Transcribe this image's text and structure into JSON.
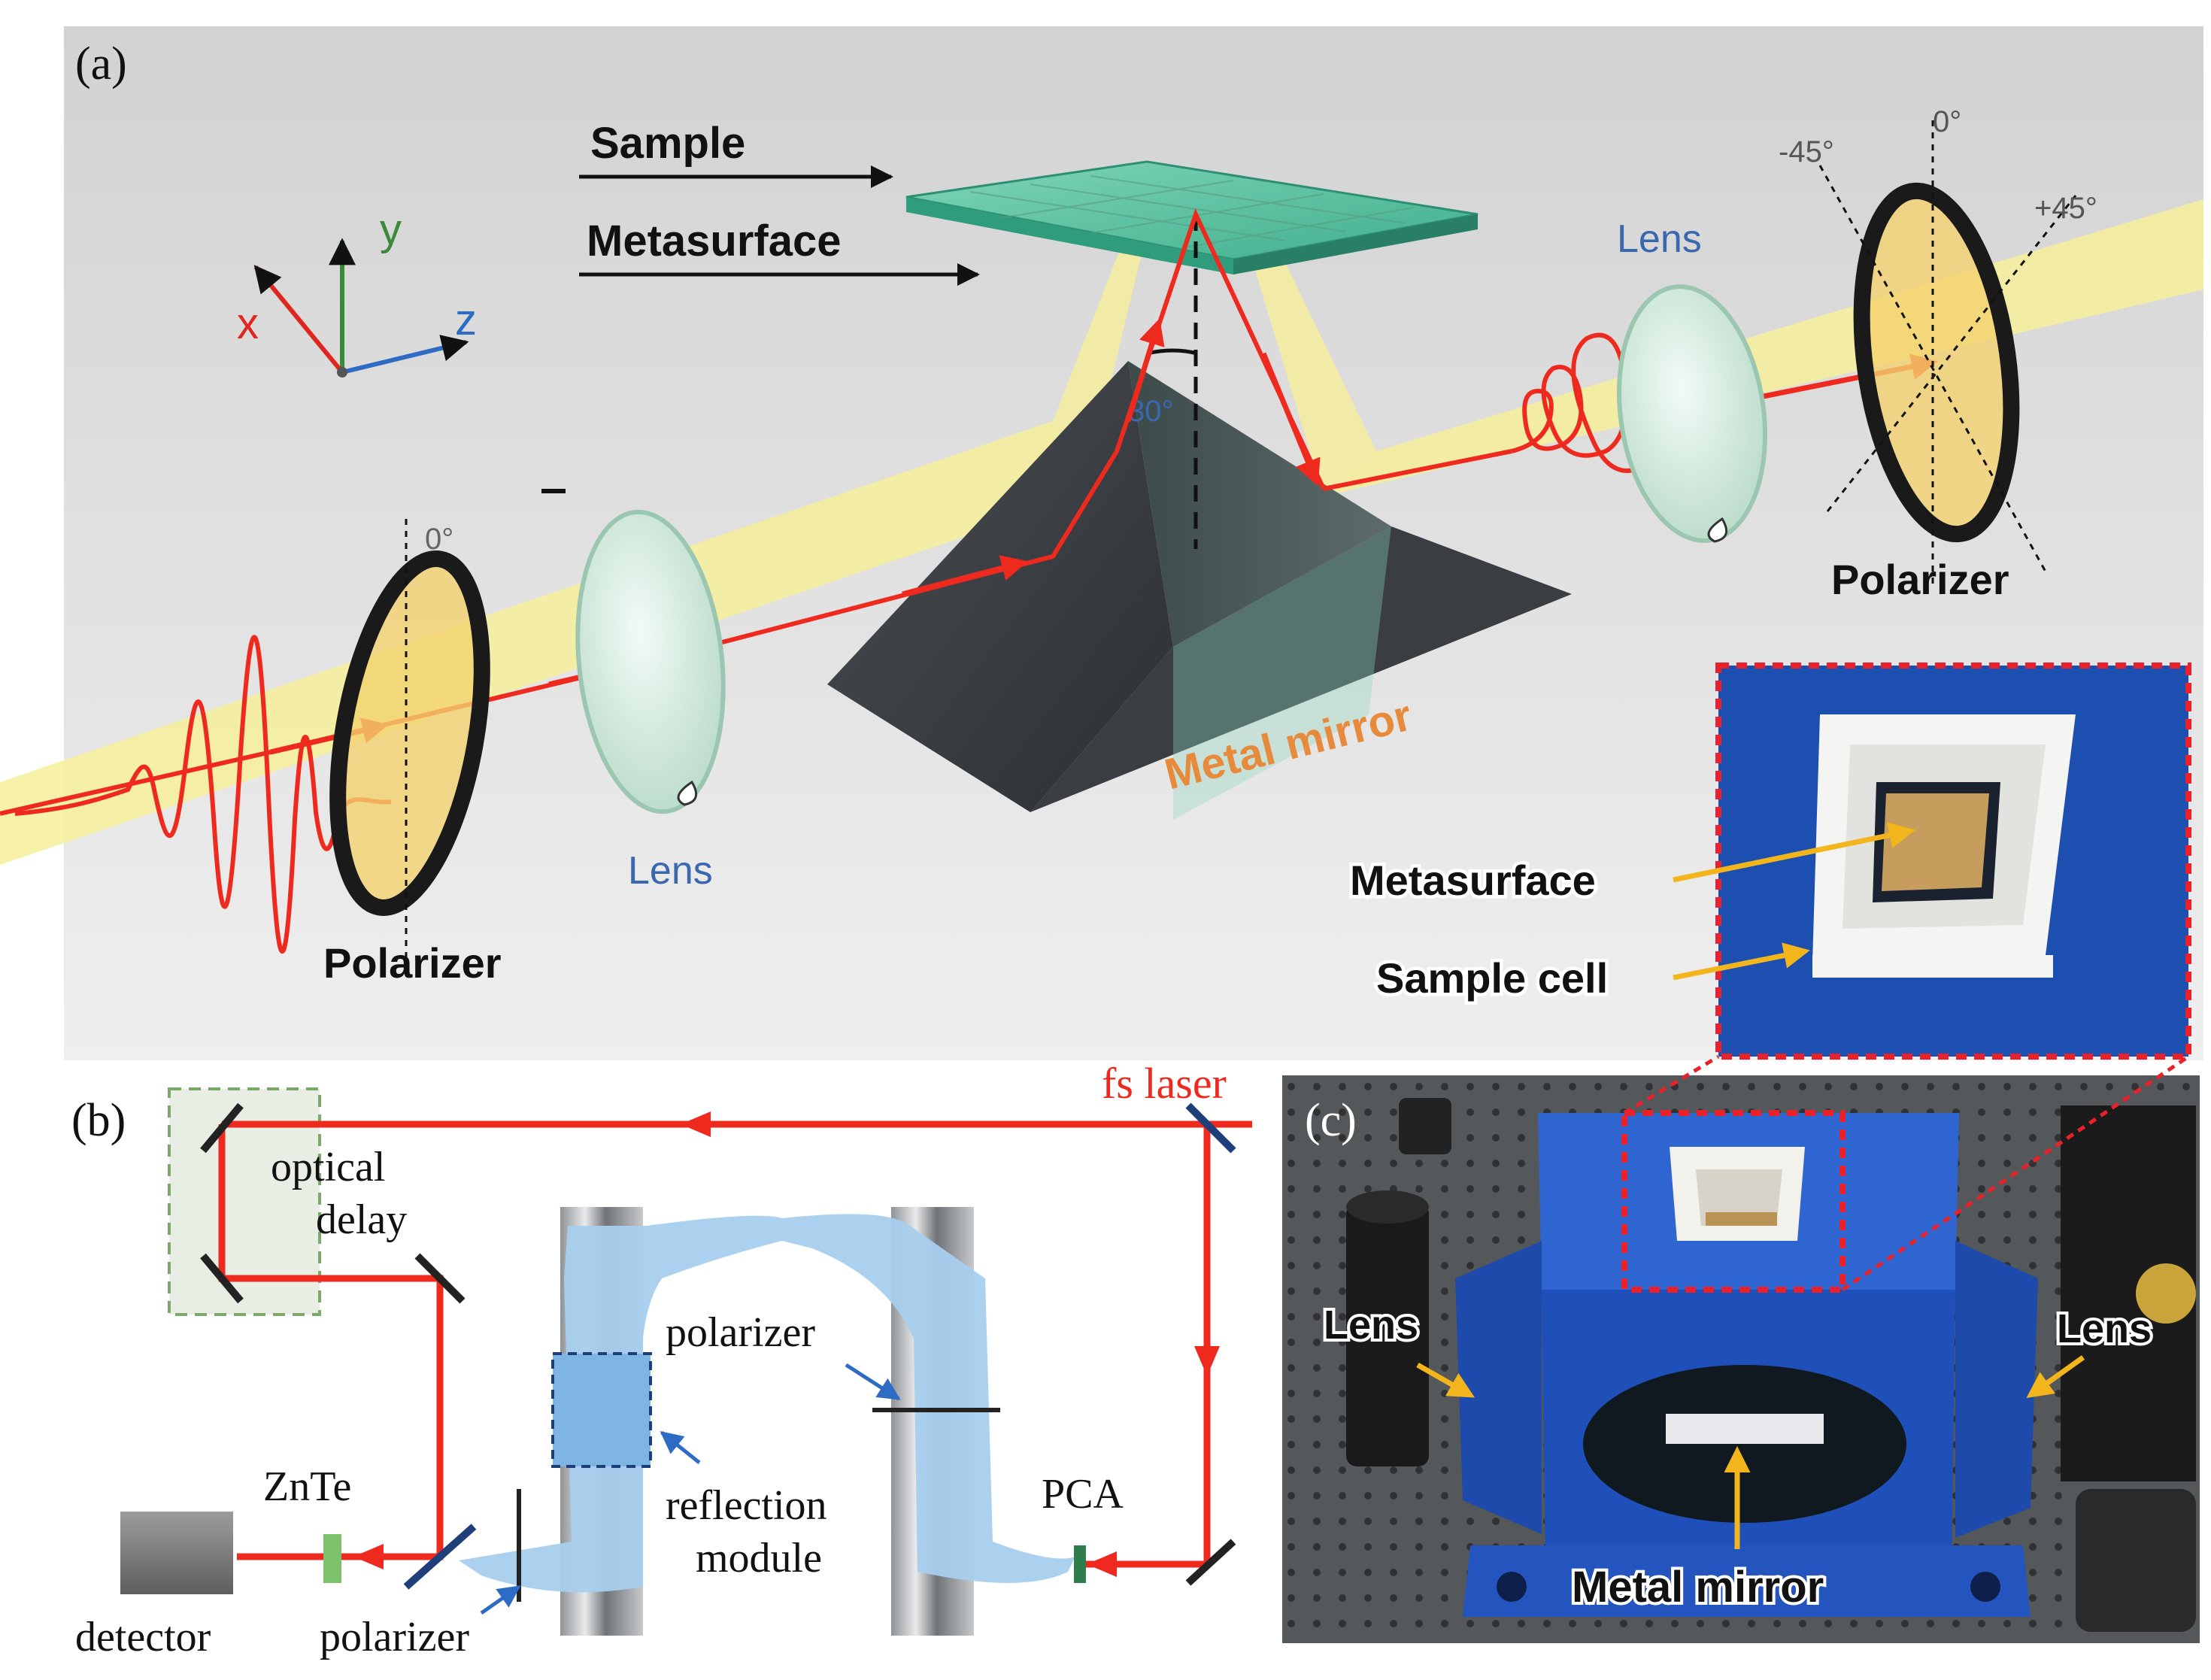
{
  "panel_a": {
    "label": "(a)",
    "sample": "Sample",
    "metasurface": "Metasurface",
    "lens_left": "Lens",
    "lens_right": "Lens",
    "polarizer_left": "Polarizer",
    "polarizer_right": "Polarizer",
    "metal_mirror": "Metal mirror",
    "angle_zero_left": "0°",
    "angle_zero_right": "0°",
    "angle_minus45": "-45°",
    "angle_plus45": "+45°",
    "incidence_angle": "30°",
    "axis_x": "x",
    "axis_y": "y",
    "axis_z": "z",
    "inset_metasurface": "Metasurface",
    "inset_sample_cell": "Sample cell"
  },
  "panel_b": {
    "label": "(b)",
    "fs_laser": "fs laser",
    "optical_delay_line1": "optical",
    "optical_delay_line2": "delay",
    "polarizer_top": "polarizer",
    "reflection_line1": "reflection",
    "reflection_line2": "module",
    "pca": "PCA",
    "znte": "ZnTe",
    "detector": "detector",
    "polarizer_bottom": "polarizer"
  },
  "panel_c": {
    "label": "(c)",
    "lens_left": "Lens",
    "lens_right": "Lens",
    "metal_mirror": "Metal mirror"
  },
  "colors": {
    "beam_yellow": "#f7ef9a",
    "laser_red": "#ee2a1f",
    "thz_blue": "#a8cfee",
    "mount_blue": "#1f4fb8",
    "inset_blue": "#1d4fb0",
    "highlight_red": "#e8212b",
    "arrow_gold": "#f2b51c"
  }
}
